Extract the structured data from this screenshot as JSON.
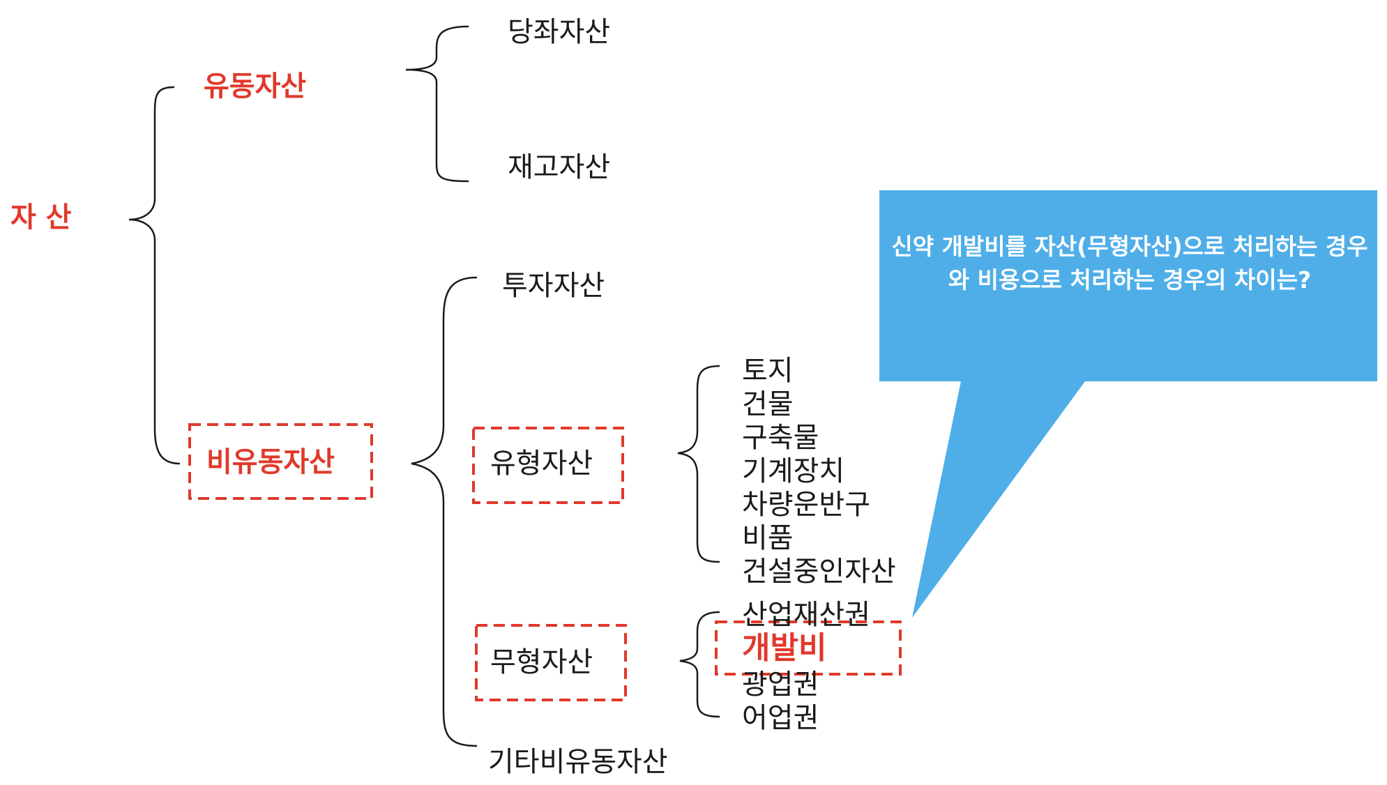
{
  "root": {
    "label": "자 산"
  },
  "current": {
    "label": "유동자산",
    "children": [
      "당좌자산",
      "재고자산"
    ]
  },
  "noncurrent": {
    "label": "비유동자산",
    "children": [
      "투자자산",
      "기타비유동자산"
    ],
    "tangible": {
      "label": "유형자산",
      "items": [
        "토지",
        "건물",
        "구축물",
        "기계장치",
        "차량운반구",
        "비품",
        "건설중인자산"
      ]
    },
    "intangible": {
      "label": "무형자산",
      "items": [
        "산업재산권",
        "개발비",
        "광업권",
        "어업권"
      ]
    }
  },
  "callout": {
    "text": "신약 개발비를 자산(무형자산)으로 처리하는 경우와 비용으로 처리하는 경우의 차이는?"
  },
  "colors": {
    "accent_red": "#e0392b",
    "callout_blue": "#4faee8",
    "text": "#1a1a1a"
  }
}
